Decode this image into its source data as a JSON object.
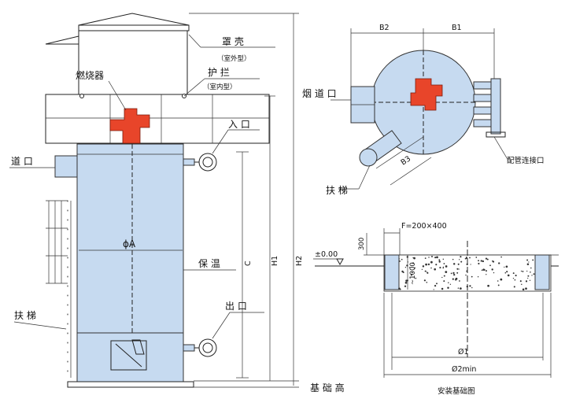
{
  "labels": {
    "hood": "罩 壳",
    "hood_note": "（室外型）",
    "railing": "护 拦",
    "railing_note": "（室内型）",
    "burner": "燃烧器",
    "inlet": "入 口",
    "flue_left": "道 口",
    "insulation": "保 温",
    "diameter": "ϕA",
    "dim_c": "C",
    "dim_h1": "H1",
    "dim_h2": "H2",
    "outlet": "出 口",
    "ladder_left": "扶 梯",
    "foundation_height": "基 础 高",
    "flue_top": "烟 道 口",
    "ladder_top": "扶 梯",
    "pipe_connection": "配管连接口",
    "dim_b1": "B1",
    "dim_b2": "B2",
    "dim_b3": "B3",
    "foundation_f": "F=200×400",
    "level": "±0.00",
    "dim_300": "300",
    "dim_1000": "~1000",
    "dim_d1": "Ø1",
    "dim_d2": "Ø2min",
    "foundation_title": "安装基础图"
  },
  "colors": {
    "body": "#c6daf0",
    "burner": "#e8452a",
    "line": "#222222"
  }
}
